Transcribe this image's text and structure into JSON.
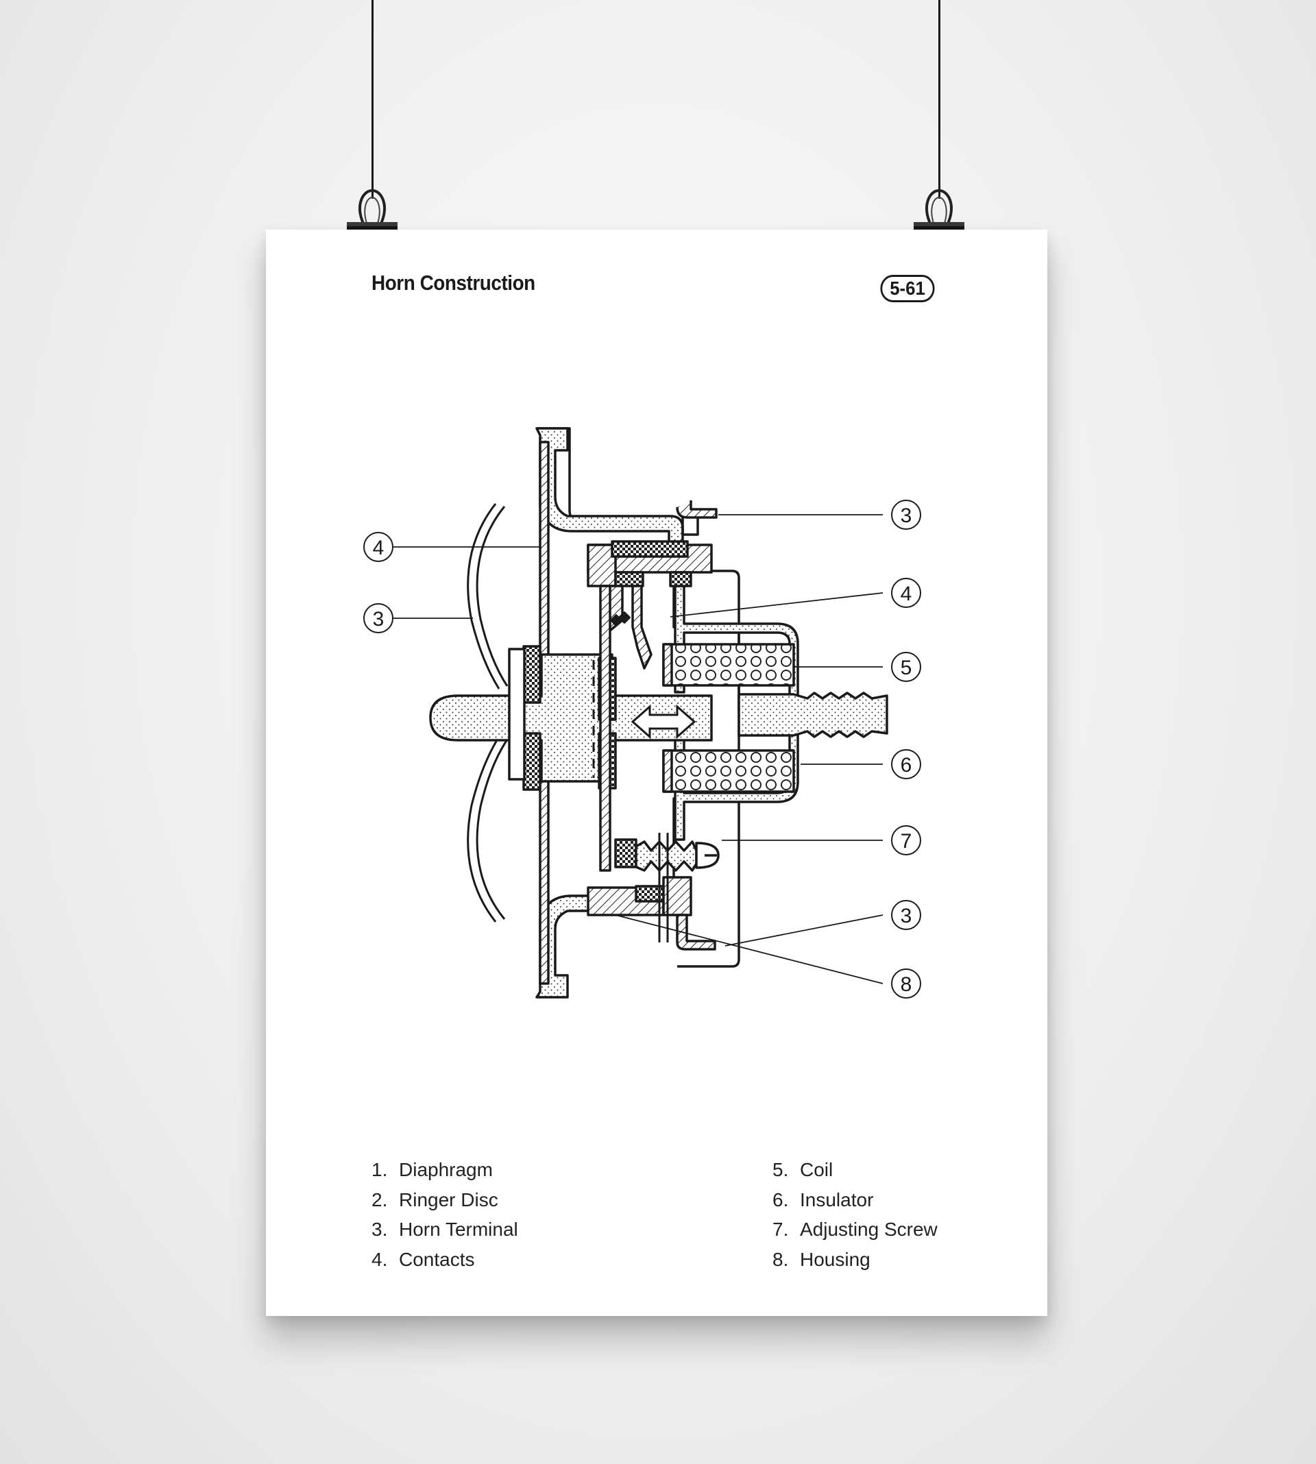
{
  "poster": {
    "title": "Horn Construction",
    "page_number": "5-61"
  },
  "callouts": [
    "3",
    "4",
    "3",
    "4",
    "5",
    "6",
    "7",
    "3",
    "8"
  ],
  "legend": {
    "left": [
      {
        "num": "1.",
        "label": "Diaphragm"
      },
      {
        "num": "2.",
        "label": "Ringer Disc"
      },
      {
        "num": "3.",
        "label": "Horn Terminal"
      },
      {
        "num": "4.",
        "label": "Contacts"
      }
    ],
    "right": [
      {
        "num": "5.",
        "label": "Coil"
      },
      {
        "num": "6.",
        "label": "Insulator"
      },
      {
        "num": "7.",
        "label": "Adjusting Screw"
      },
      {
        "num": "8.",
        "label": "Housing"
      }
    ]
  },
  "icons": [
    "binder-clip-icon",
    "double-arrow-icon"
  ],
  "colors": {
    "ink": "#1a1a1a",
    "paper": "#ffffff",
    "wall": "#eeeeee"
  }
}
